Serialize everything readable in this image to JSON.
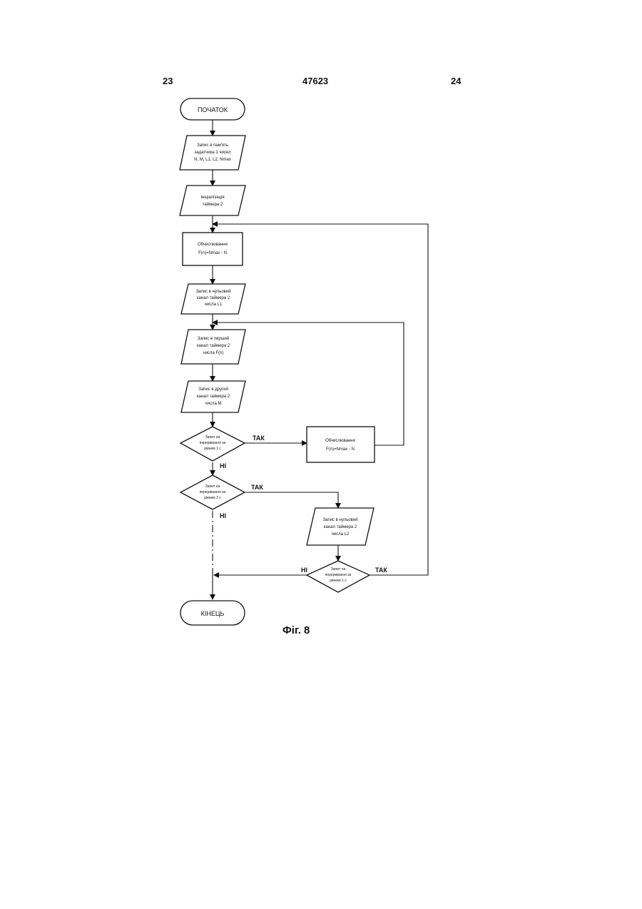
{
  "header": {
    "page_left": "23",
    "patent_number": "47623",
    "page_right": "24"
  },
  "flowchart": {
    "start": "ПОЧАТОК",
    "end": "КІНЕЦЬ",
    "blocks": {
      "b1": [
        "Запис в пам'ять",
        "задатчика 1 чисел",
        "N, M, L1, L2, Nmax"
      ],
      "b2": [
        "Ініціалізація",
        "таймера 2"
      ],
      "b3": [
        "Обчислювання",
        "F(n)=Nmax - N"
      ],
      "b4": [
        "Запис в нульовий",
        "канал таймера 2",
        "числа L1"
      ],
      "b5": [
        "Запис в перший",
        "канал таймера 2",
        "числа F(n)"
      ],
      "b6": [
        "Запис в другий",
        "канал таймера 2",
        "числа M"
      ],
      "d1": [
        "Запит на",
        "переривання за",
        "рівнем 1 с"
      ],
      "b7": [
        "Обчислювання",
        "F(n)=Nmax - N"
      ],
      "d2": [
        "Запит на",
        "переривання за",
        "рівнем 2 с"
      ],
      "b8": [
        "Запис в нульовий",
        "канал таймера 2",
        "числа L2"
      ],
      "d3": [
        "Запит на",
        "переривання за",
        "рівнем 1 с"
      ]
    },
    "labels": {
      "yes": "ТАК",
      "no": "НІ"
    }
  },
  "caption": "Фіг. 8"
}
